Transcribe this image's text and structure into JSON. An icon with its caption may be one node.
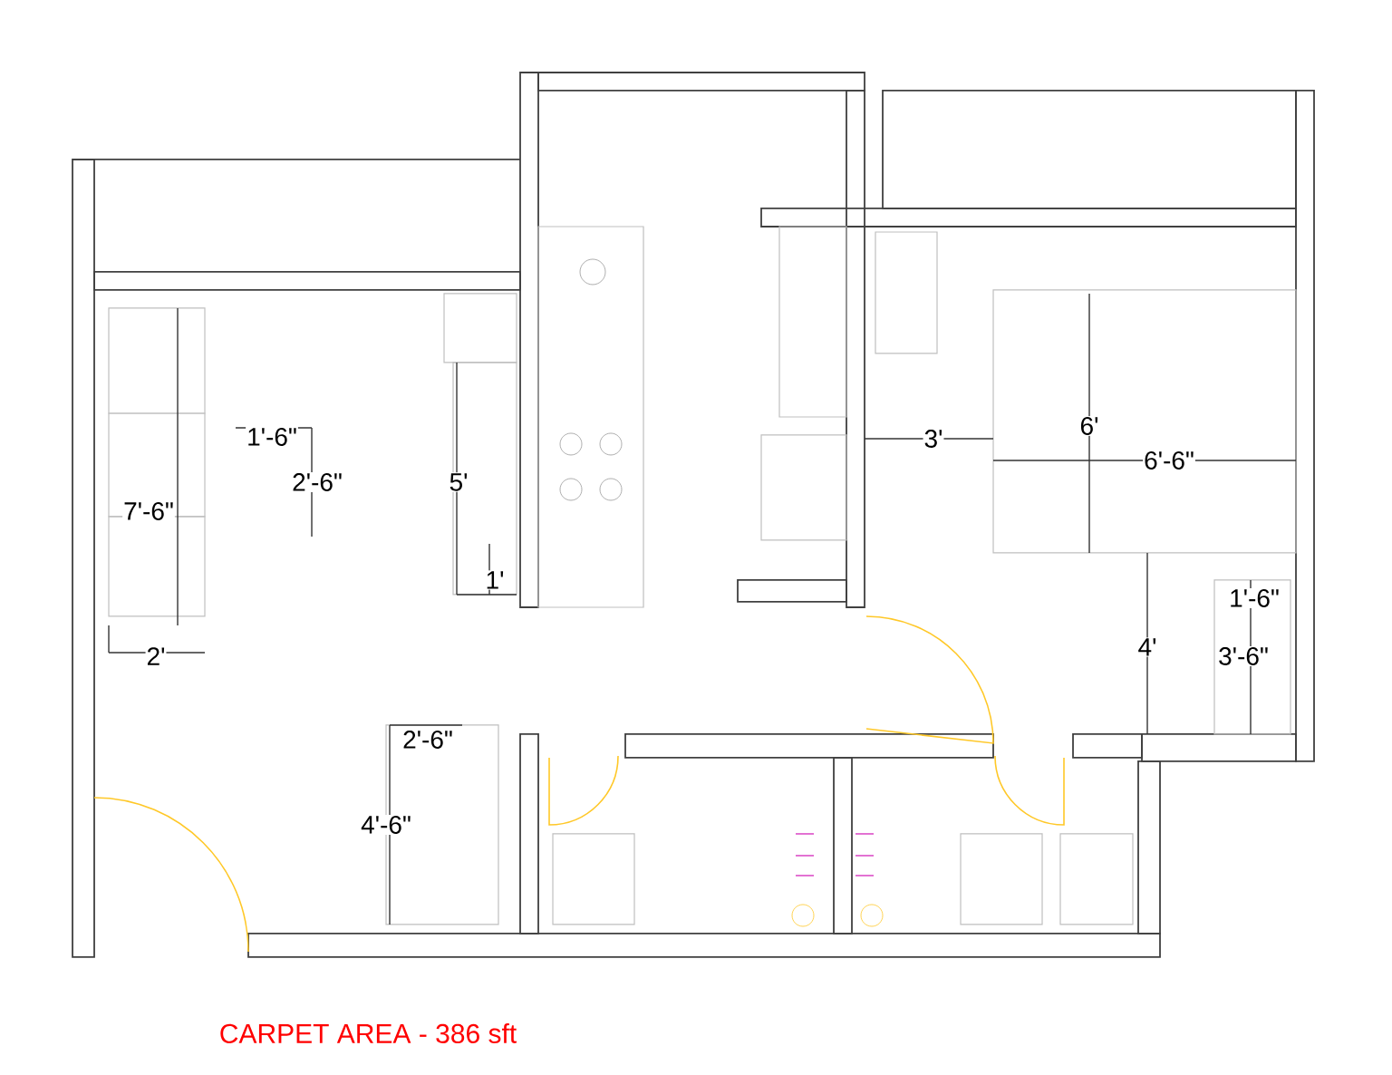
{
  "diagram": {
    "caption": "CARPET  AREA - 386 sft",
    "labels": [
      "6'",
      "1'-6\"",
      "3'",
      "6'-6\"",
      "2'-6\"",
      "5'",
      "7'-6\"",
      "1'",
      "1'-6\"",
      "4'",
      "3'-6\"",
      "2'",
      "2'-6\"",
      "4'-6\""
    ]
  }
}
